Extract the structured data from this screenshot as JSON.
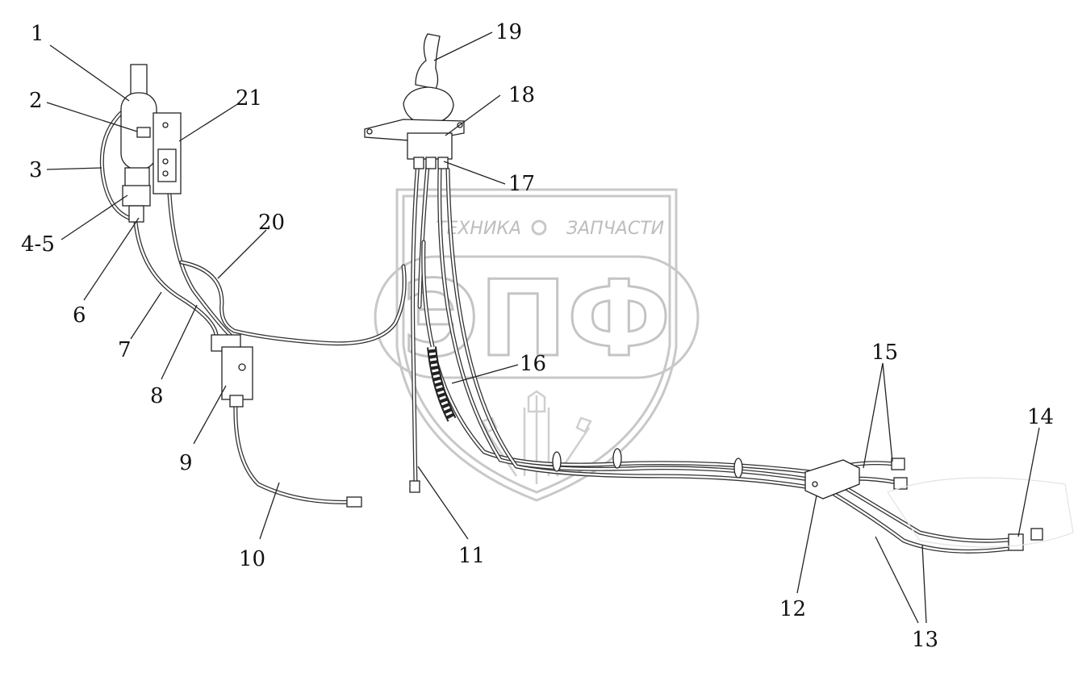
{
  "watermark": {
    "top_line_left": "ТЕХНИКА",
    "top_line_right": "ЗАПЧАСТИ",
    "logo": "ЭПФ"
  },
  "callouts": [
    "1",
    "2",
    "3",
    "4-5",
    "6",
    "7",
    "8",
    "9",
    "10",
    "11",
    "12",
    "13",
    "14",
    "15",
    "16",
    "17",
    "18",
    "19",
    "20",
    "21"
  ]
}
